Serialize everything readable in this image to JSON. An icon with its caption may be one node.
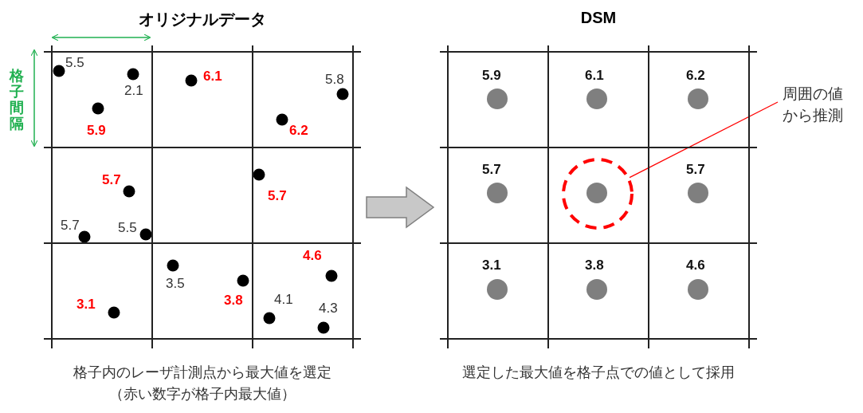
{
  "diagram": {
    "nodes": [
      {
        "text": [
          "オリジナルデータ"
        ],
        "beside": [
          "格子内のレーザ計測点から最大値を選定",
          "（赤い数字が格子内最大値）"
        ]
      },
      {
        "text": [
          "DSM"
        ],
        "beside": [
          "選定した最大値を格子点での値として採用"
        ]
      },
      {
        "text": [
          "周囲の値から推測"
        ]
      },
      {
        "text": [],
        "shape": "circle",
        "in": 1
      }
    ],
    "edges": [
      {
        "from": 0,
        "to": 1,
        "arrow": "to"
      },
      {
        "from": 2,
        "to": 3,
        "arrow": "none",
        "color": "#ff0000"
      }
    ],
    "labels": [
      "格子間隔",
      "5.5",
      "6.1",
      "5.8",
      "2.1",
      "5.9",
      "6.2",
      "5.7",
      "5.7",
      "5.7",
      "5.5",
      "4.6",
      "3.5",
      "3.1",
      "3.8",
      "4.1",
      "4.3",
      "5.9",
      "6.1",
      "6.2",
      "5.7",
      "5.7",
      "3.1",
      "3.8",
      "4.6"
    ]
  }
}
